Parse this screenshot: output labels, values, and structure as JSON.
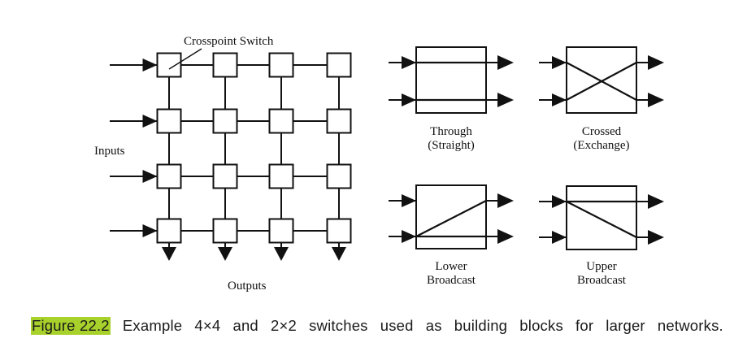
{
  "figure": {
    "crossbar": {
      "label_crosspoint": "Crosspoint Switch",
      "label_inputs": "Inputs",
      "label_outputs": "Outputs",
      "rows": 4,
      "cols": 4
    },
    "switch_states": [
      {
        "id": "through",
        "line1": "Through",
        "line2": "(Straight)",
        "paths": [
          [
            0,
            0
          ],
          [
            1,
            1
          ]
        ]
      },
      {
        "id": "crossed",
        "line1": "Crossed",
        "line2": "(Exchange)",
        "paths": [
          [
            0,
            1
          ],
          [
            1,
            0
          ]
        ]
      },
      {
        "id": "lower-broadcast",
        "line1": "Lower",
        "line2": "Broadcast",
        "paths": [
          [
            1,
            0
          ],
          [
            1,
            1
          ]
        ]
      },
      {
        "id": "upper-broadcast",
        "line1": "Upper",
        "line2": "Broadcast",
        "paths": [
          [
            0,
            0
          ],
          [
            0,
            1
          ]
        ]
      }
    ]
  },
  "caption": {
    "figure_ref": "Figure 22.2",
    "words": [
      "Example",
      "4×4",
      "and",
      "2×2",
      "switches",
      "used",
      "as",
      "building",
      "blocks",
      "for",
      "larger",
      "networks."
    ],
    "highlight_color": "#a8d12c"
  }
}
